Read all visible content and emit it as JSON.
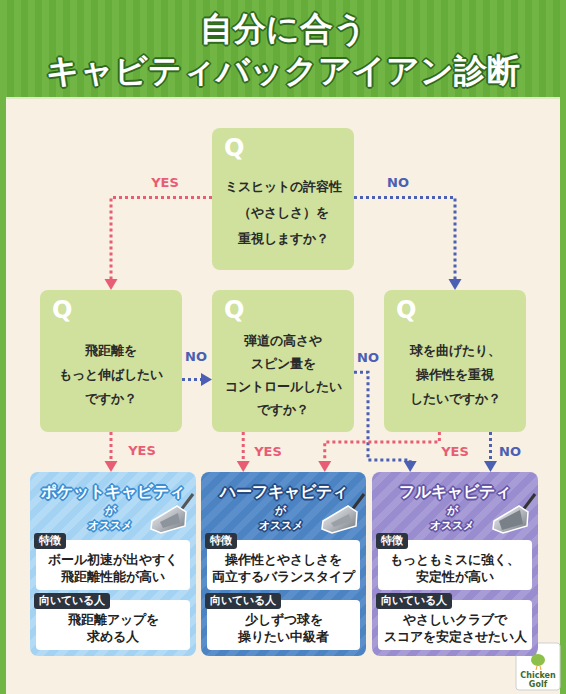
{
  "diagram": {
    "title": "自分に合う キャビティバックアイアン診断",
    "nodes": [
      {
        "text": [
          "Q",
          "ミスヒットの許容性 （やさしさ）を 重視しますか？"
        ]
      },
      {
        "text": [
          "Q",
          "飛距離を もっと伸ばしたい ですか？"
        ]
      },
      {
        "text": [
          "Q",
          "弾道の高さや スピン量を コントロールしたい ですか？"
        ]
      },
      {
        "text": [
          "Q",
          "球を曲げたり、 操作性を重視 したいですか？"
        ]
      },
      {
        "text": [
          "ポケットキャビティ",
          "が オススメ"
        ]
      },
      {
        "text": [
          "特徴",
          "ボール初速が出やすく 飛距離性能が高い"
        ],
        "in": 4
      },
      {
        "text": [
          "向いている人",
          "飛距離アップを 求める人"
        ],
        "in": 4
      },
      {
        "text": [
          "ハーフキャビティ",
          "が オススメ"
        ]
      },
      {
        "text": [
          "特徴",
          "操作性とやさしさを 両立するバランスタイプ"
        ],
        "in": 7
      },
      {
        "text": [
          "向いている人",
          "少しずつ球を 操りたい中級者"
        ],
        "in": 7
      },
      {
        "text": [
          "フルキャビティ",
          "が オススメ"
        ]
      },
      {
        "text": [
          "特徴",
          "もっともミスに強く、 安定性が高い"
        ],
        "in": 10
      },
      {
        "text": [
          "向いている人",
          "やさしいクラブで スコアを安定させたい人"
        ],
        "in": 10
      }
    ],
    "edges": [
      {
        "from": 0,
        "to": 1,
        "label": "YES",
        "arrow": "to"
      },
      {
        "from": 0,
        "to": 3,
        "label": "NO",
        "arrow": "to"
      },
      {
        "from": 1,
        "to": 2,
        "label": "NO",
        "arrow": "to"
      },
      {
        "from": 1,
        "to": 4,
        "label": "YES",
        "arrow": "to"
      },
      {
        "from": 2,
        "to": 7,
        "label": "YES",
        "arrow": "to"
      },
      {
        "from": 2,
        "to": 10,
        "label": "NO",
        "arrow": "to"
      },
      {
        "from": 3,
        "to": 7,
        "label": "YES",
        "arrow": "to"
      },
      {
        "from": 3,
        "to": 10,
        "label": "NO",
        "arrow": "to"
      }
    ],
    "labels": [
      "Chicken Golf"
    ]
  }
}
